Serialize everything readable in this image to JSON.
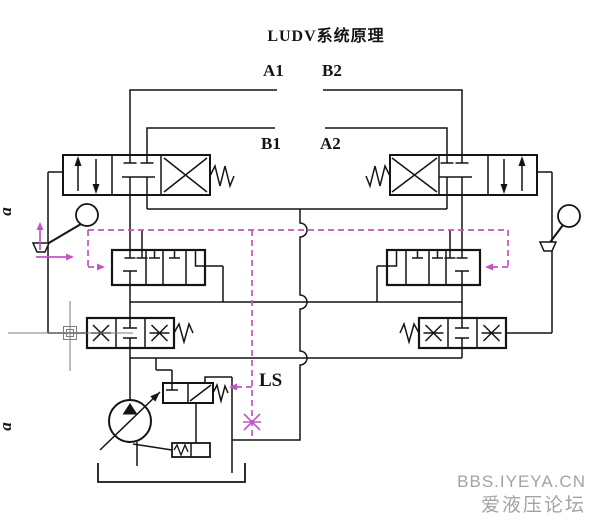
{
  "title": "LUDV系统原理",
  "port_labels": {
    "a1": "A1",
    "b2": "B2",
    "b1": "B1",
    "a2": "A2",
    "ls": "LS"
  },
  "lever_labels": {
    "top": "a",
    "bottom": "a"
  },
  "watermark": {
    "line1": "BBS.IYEYA.CN",
    "line2": "爱液压论坛"
  },
  "colors": {
    "line": "#141414",
    "pilot_dashed": "#c653c6",
    "crosshair": "#7d7d7d",
    "watermark": "#a3a3a3",
    "background": "#ffffff"
  }
}
